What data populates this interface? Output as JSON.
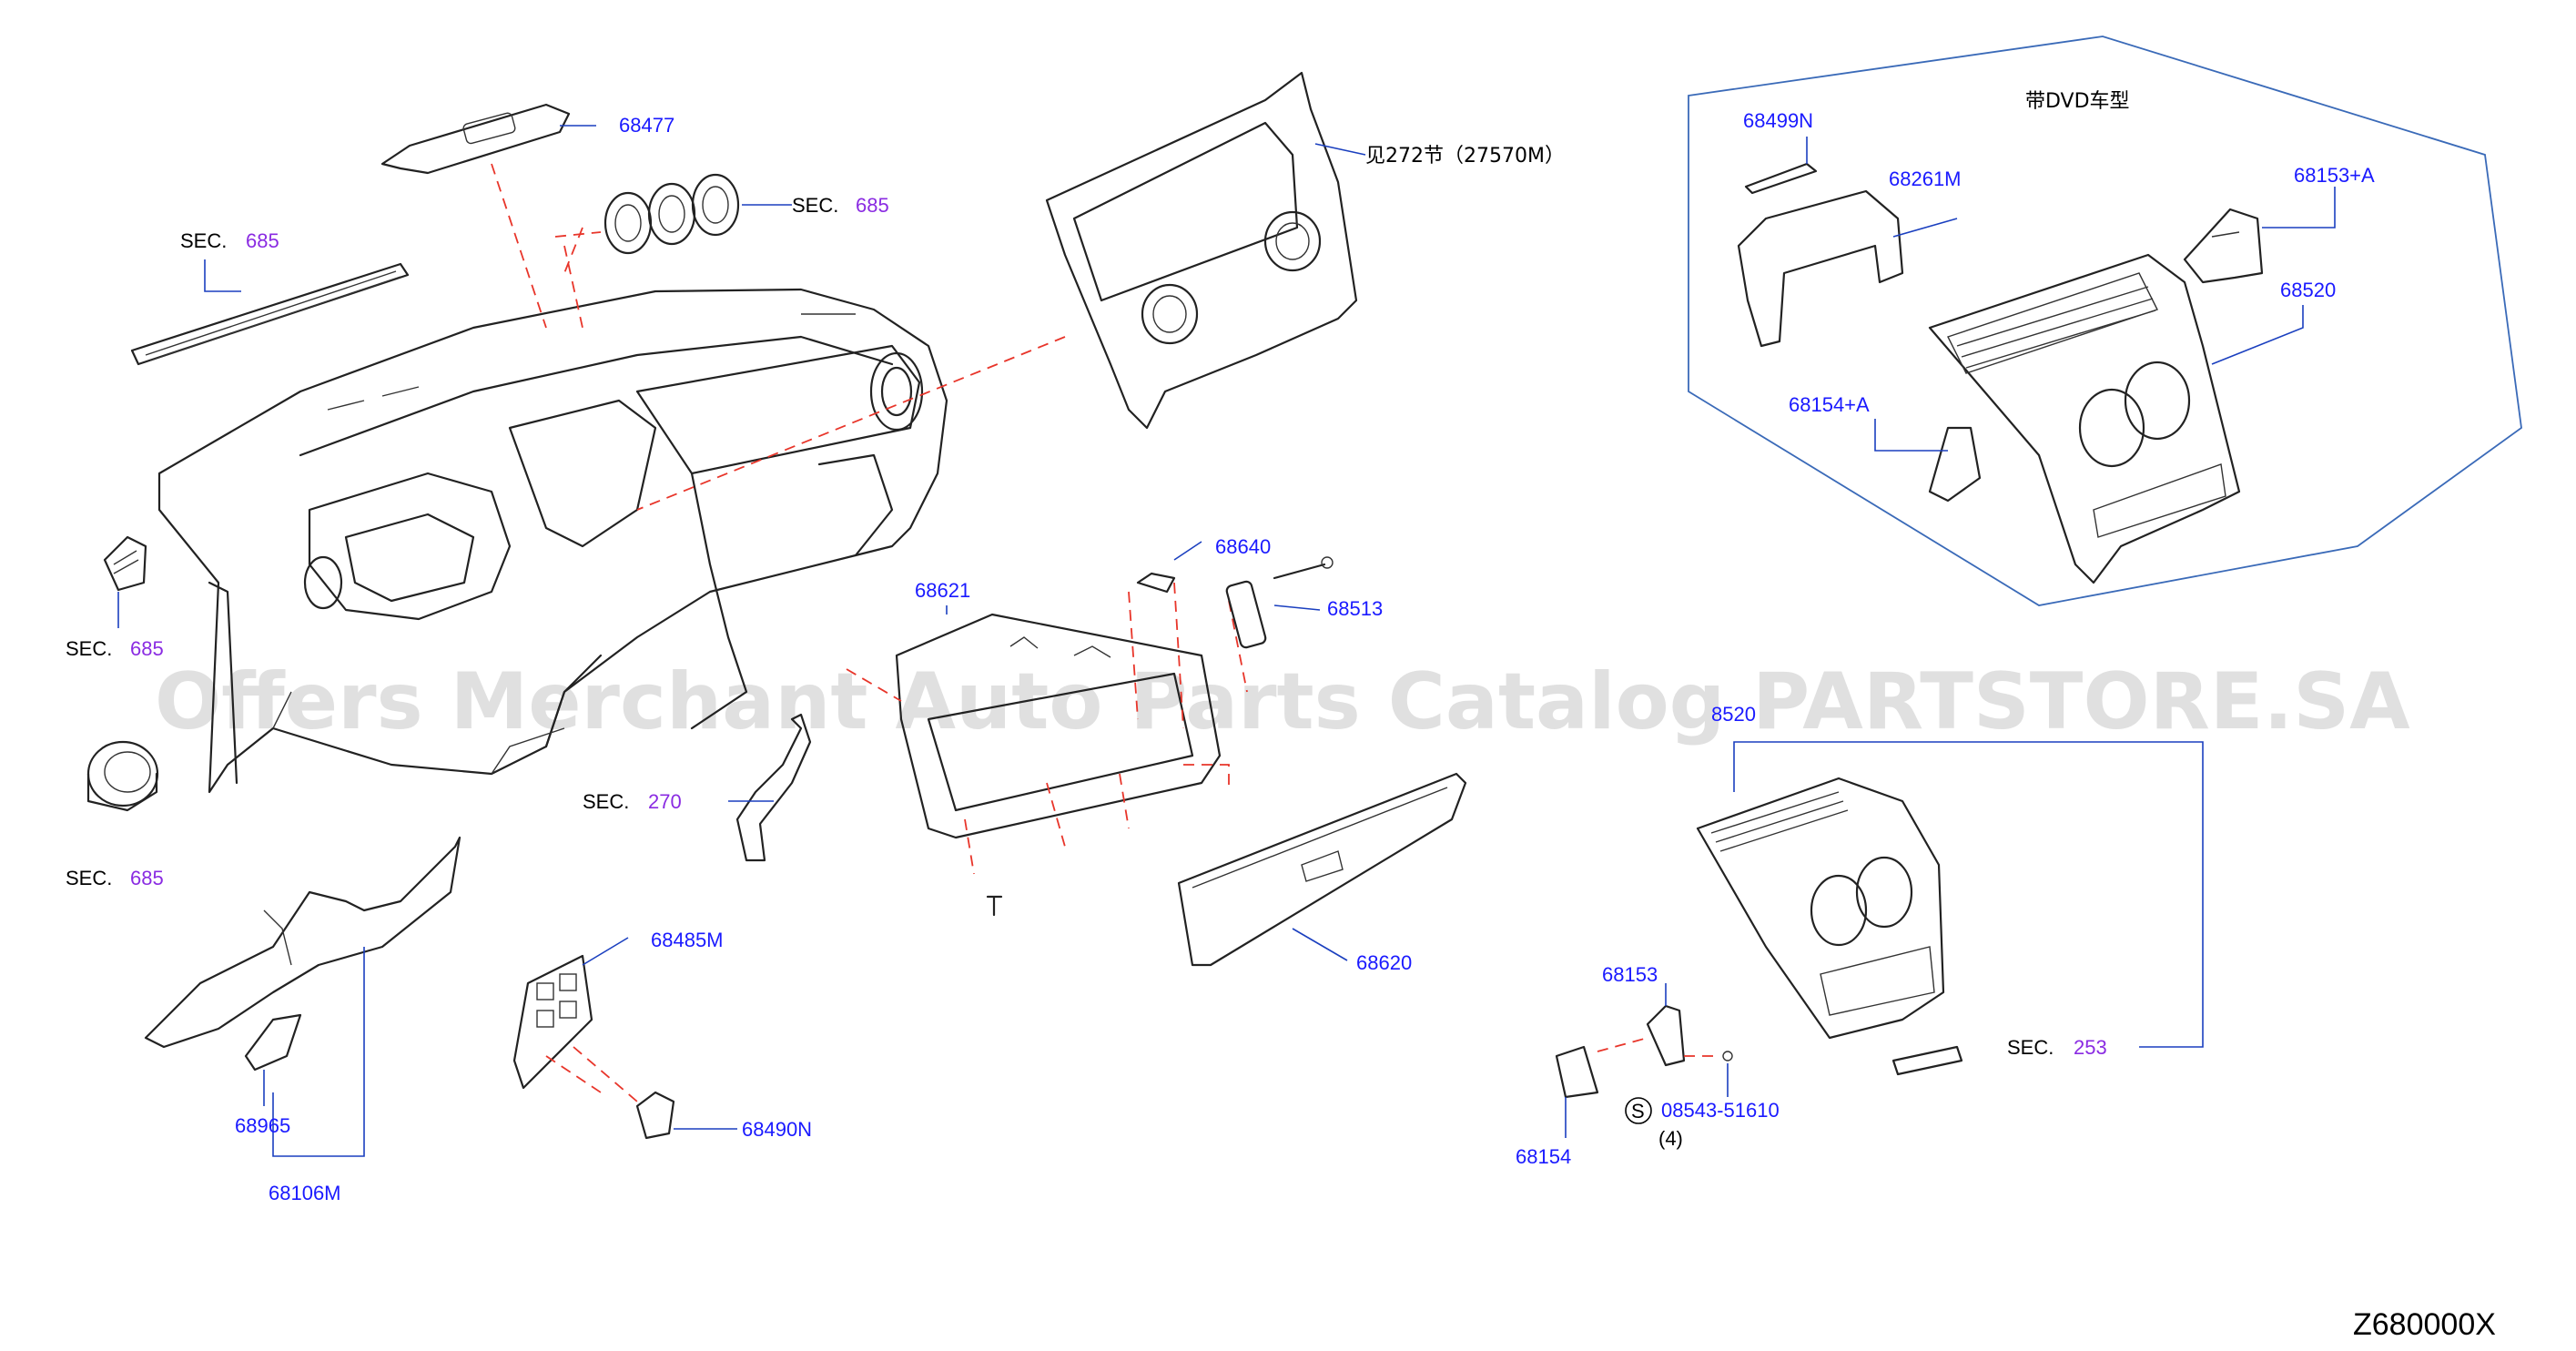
{
  "watermark": "Offers Merchant Auto Parts Catalog PARTSTORE.SA",
  "diagram_code": "Z680000X",
  "dvd_note": "带DVD车型",
  "ref_note": "见272节（27570M）",
  "sec": {
    "prefix": "SEC.",
    "n685": "685",
    "n270": "270",
    "n253": "253"
  },
  "parts": {
    "p68477": "68477",
    "p68499N": "68499N",
    "p68261M": "68261M",
    "p68153A": "68153+A",
    "p68520": "68520",
    "p68154A": "68154+A",
    "p68640": "68640",
    "p68621": "68621",
    "p68513": "68513",
    "p68620": "68620",
    "p68485M": "68485M",
    "p68490N": "68490N",
    "p68965": "68965",
    "p68106M": "68106M",
    "p8520": "8520",
    "p68153": "68153",
    "p68154": "68154",
    "p08543": "08543-51610",
    "s_mark": "S",
    "qty": "(4)"
  },
  "colors": {
    "part_label": "#1a1aff",
    "sec_number": "#8a2be2",
    "dash_line": "#e8352a",
    "frame_line": "#3a6ab8"
  }
}
